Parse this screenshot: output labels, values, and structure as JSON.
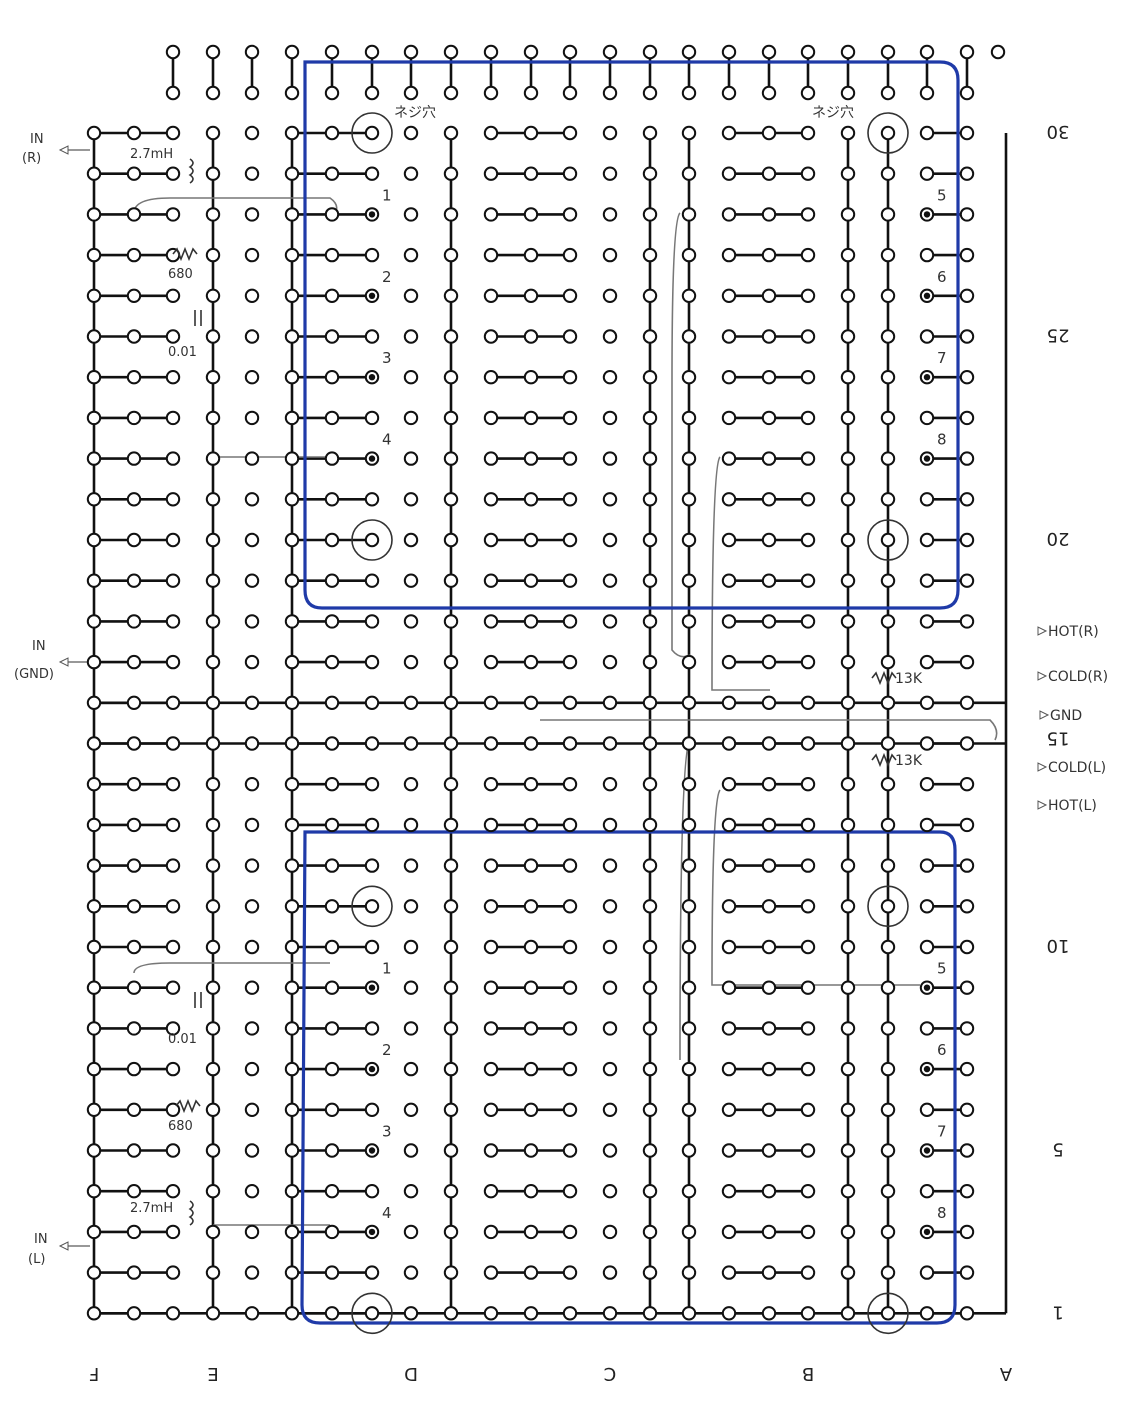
{
  "columns": [
    "A",
    "B",
    "C",
    "D",
    "E",
    "F"
  ],
  "row_numbers": [
    "30",
    "25",
    "20",
    "15",
    "10",
    "5",
    "1"
  ],
  "screw_hole_label": "ネジ穴",
  "ic_upper": {
    "pins_left": [
      "1",
      "2",
      "3",
      "4"
    ],
    "pins_right": [
      "5",
      "6",
      "7",
      "8"
    ]
  },
  "ic_lower": {
    "pins_left": [
      "1",
      "2",
      "3",
      "4"
    ],
    "pins_right": [
      "5",
      "6",
      "7",
      "8"
    ]
  },
  "components": {
    "inductor_r": "2.7mH",
    "resistor_r": "680",
    "cap_r": "0.01",
    "inductor_l": "2.7mH",
    "resistor_l": "680",
    "cap_l": "0.01",
    "res_13k_upper": "13K",
    "res_13k_lower": "13K"
  },
  "io_labels": {
    "in_r": [
      "IN",
      "(R)"
    ],
    "in_gnd": [
      "IN",
      "(GND)"
    ],
    "in_l": [
      "IN",
      "(L)"
    ],
    "hot_r": "HOT(R)",
    "cold_r": "COLD(R)",
    "gnd": "GND",
    "cold_l": "COLD(L)",
    "hot_l": "HOT(L)"
  },
  "colors": {
    "outline": "#1f3aa8",
    "trace": "#111111",
    "wire": "#777777"
  }
}
